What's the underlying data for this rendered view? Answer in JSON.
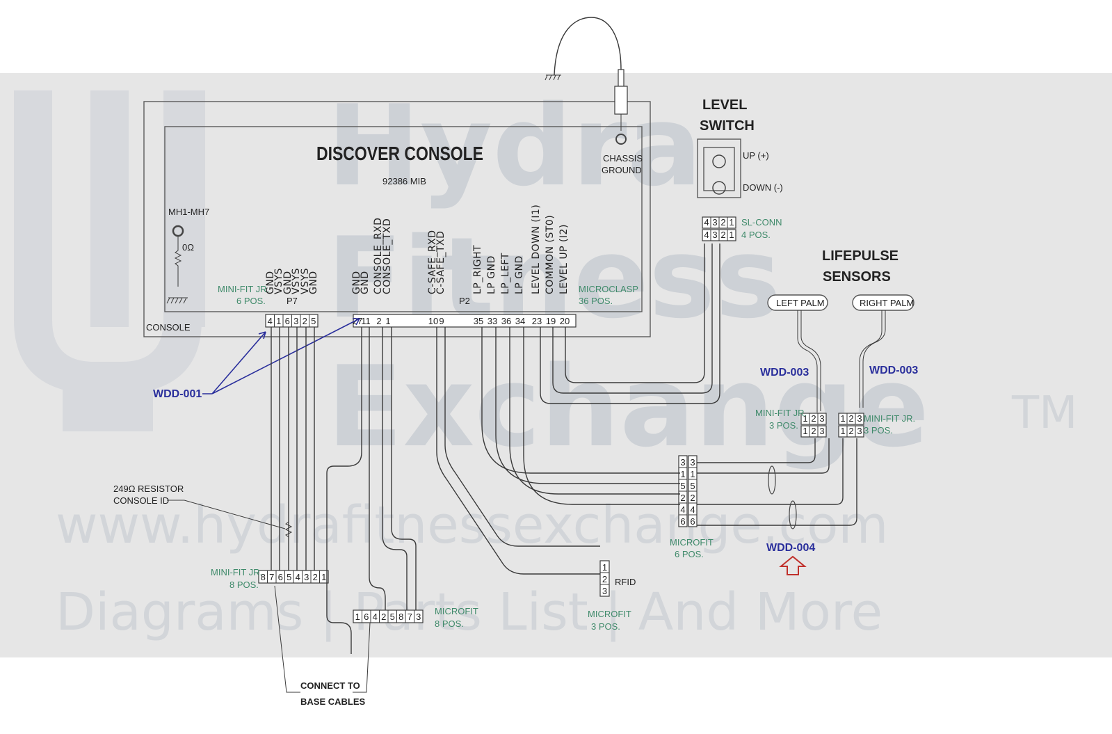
{
  "watermark": {
    "line1": "Hydra",
    "line2": "Fitness",
    "line3": "Exchange",
    "tm": "TM",
    "url": "www.hydrafitnessexchange.com",
    "tagline": "Diagrams | Parts List | And More"
  },
  "console": {
    "title": "DISCOVER CONSOLE",
    "part_number": "92386 MIB",
    "console_label": "CONSOLE",
    "mh_label": "MH1-MH7",
    "resistance": "0Ω",
    "p7_label": "P7",
    "p2_label": "P2",
    "p7_connector": "MINI-FIT JR.\n6 POS.",
    "p2_connector": "MICROCLASP\n36 POS.",
    "p7_signals": [
      "GND",
      "VSYS",
      "GND",
      "VSYS",
      "VSYS",
      "GND"
    ],
    "p7_pins": [
      "4",
      "1",
      "6",
      "3",
      "2",
      "5"
    ],
    "p2_signals": [
      "GND",
      "GND",
      "CONSOLE_RXD",
      "CONSOLE_TXD",
      "C-SAFE_RXD",
      "C-SAFE_TXD",
      "LP_RIGHT",
      "LP GND",
      "LP_LEFT",
      "LP GND",
      "LEVEL DOWN (I1)",
      "COMMON (ST0)",
      "LEVEL UP (I2)"
    ],
    "p2_pins": [
      "27",
      "11",
      "2",
      "1",
      "10",
      "9",
      "35",
      "33",
      "36",
      "34",
      "23",
      "19",
      "20"
    ]
  },
  "chassis": {
    "label": "CHASSIS\nGROUND"
  },
  "level_switch": {
    "title": "LEVEL\nSWITCH",
    "up": "UP (+)",
    "down": "DOWN (-)",
    "pins": [
      "4",
      "3",
      "2",
      "1"
    ],
    "connector": "SL-CONN\n4 POS."
  },
  "lifepulse": {
    "title": "LIFEPULSE\nSENSORS",
    "left": "LEFT PALM",
    "right": "RIGHT PALM",
    "wdd_left": "WDD-003",
    "wdd_right": "WDD-003",
    "conn_left": "MINI-FIT JR.\n3 POS.",
    "conn_right": "MINI-FIT JR.\n3 POS.",
    "pins": [
      "1",
      "2",
      "3"
    ]
  },
  "wdd001": "WDD-001",
  "wdd004": "WDD-004",
  "resistor_id": "249Ω RESISTOR\nCONSOLE ID",
  "minifit8": {
    "label": "MINI-FIT JR.\n8 POS.",
    "pins": [
      "8",
      "7",
      "6",
      "5",
      "4",
      "3",
      "2",
      "1"
    ]
  },
  "microfit8": {
    "label": "MICROFIT\n8 POS.",
    "pins": [
      "1",
      "6",
      "4",
      "2",
      "5",
      "8",
      "7",
      "3"
    ]
  },
  "microfit6": {
    "label": "MICROFIT\n6 POS.",
    "pins": [
      "3",
      "1",
      "5",
      "2",
      "4",
      "6"
    ]
  },
  "rfid": {
    "label": "RFID",
    "connector": "MICROFIT\n3 POS.",
    "pins": [
      "1",
      "2",
      "3"
    ]
  },
  "base_cables": "CONNECT TO\nBASE CABLES"
}
